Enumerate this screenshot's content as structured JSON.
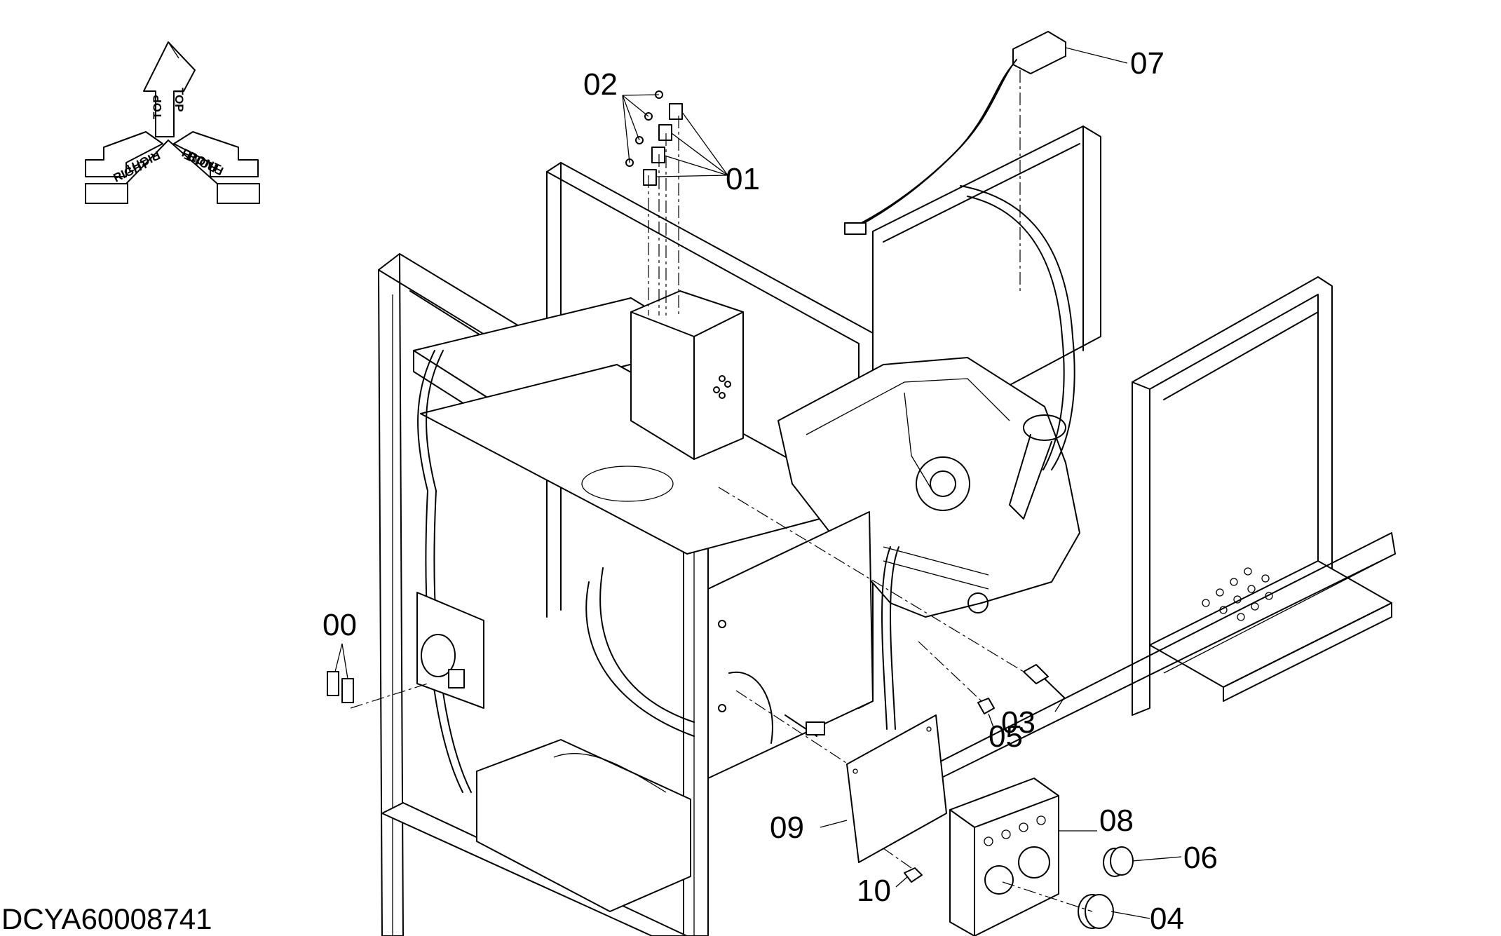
{
  "drawing_code": "DCYA60008741",
  "orientation": {
    "top": "TOP",
    "right": "RIGHT",
    "front": "FRONT"
  },
  "callouts": [
    "00",
    "01",
    "02",
    "03",
    "04",
    "05",
    "06",
    "07",
    "08",
    "09",
    "10"
  ]
}
